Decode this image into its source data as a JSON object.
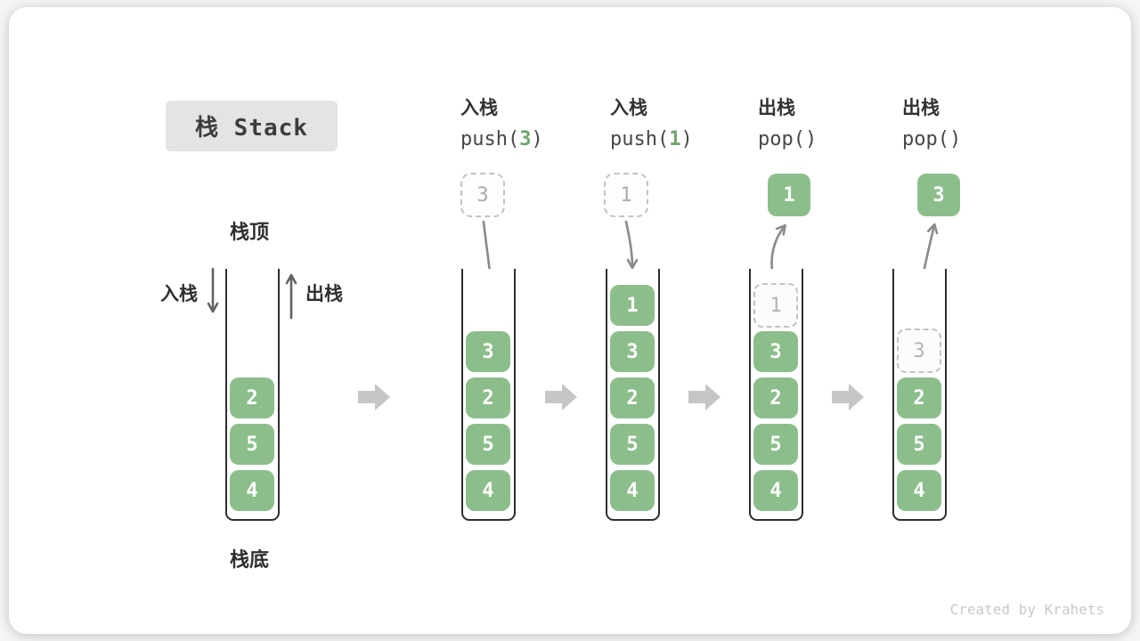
{
  "title": {
    "label": "栈 Stack"
  },
  "legend": {
    "stack_top": "栈顶",
    "stack_bottom": "栈底",
    "push_label": "入栈",
    "pop_label": "出栈"
  },
  "operations": [
    {
      "name": "入栈",
      "code_pre": "push(",
      "arg": "3",
      "code_post": ")"
    },
    {
      "name": "入栈",
      "code_pre": "push(",
      "arg": "1",
      "code_post": ")"
    },
    {
      "name": "出栈",
      "code_pre": "pop(",
      "arg": "",
      "code_post": ")"
    },
    {
      "name": "出栈",
      "code_pre": "pop(",
      "arg": "",
      "code_post": ")"
    }
  ],
  "stacks": [
    {
      "elements": [
        "2",
        "5",
        "4"
      ]
    },
    {
      "incoming": "3",
      "elements": [
        "3",
        "2",
        "5",
        "4"
      ]
    },
    {
      "incoming": "1",
      "elements": [
        "1",
        "3",
        "2",
        "5",
        "4"
      ]
    },
    {
      "popped": "1",
      "ghost": "1",
      "elements": [
        "3",
        "2",
        "5",
        "4"
      ]
    },
    {
      "popped": "3",
      "ghost": "3",
      "elements": [
        "2",
        "5",
        "4"
      ]
    }
  ],
  "watermark": "Created by Krahets",
  "colors": {
    "element_green": "#8CBE8C",
    "arg_green": "#6FA46F",
    "container_border": "#2e2e2e",
    "ghost_gray": "#c3c3c3",
    "flow_arrow_gray": "#c6c6c6",
    "curve_arrow_gray": "#8a8a8a",
    "title_box_bg": "#e4e4e4",
    "text_dark": "#333333",
    "watermark_gray": "#c9c9c9"
  }
}
